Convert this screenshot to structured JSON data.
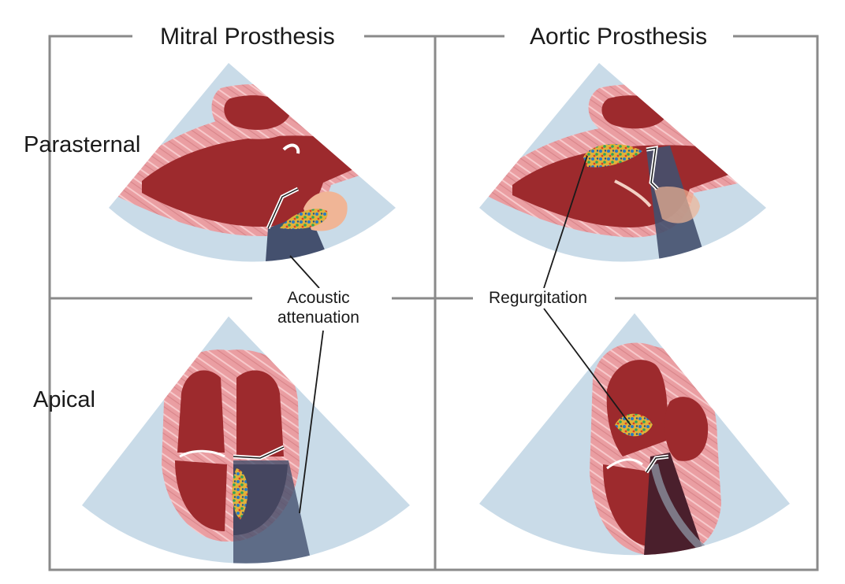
{
  "columns": {
    "mitral": "Mitral Prosthesis",
    "aortic": "Aortic Prosthesis"
  },
  "rows": {
    "parasternal": "Parasternal",
    "apical": "Apical"
  },
  "callouts": {
    "acoustic_line1": "Acoustic",
    "acoustic_line2": "attenuation",
    "regurgitation": "Regurgitation"
  },
  "colors": {
    "frame": "#8a8a8a",
    "sector": "#c9dbe8",
    "myocardium": "#e8a3a6",
    "blood": "#9d2a2d",
    "shadow": "#44506e",
    "jet": "#e0b23a",
    "annulus": "#f0b596"
  }
}
